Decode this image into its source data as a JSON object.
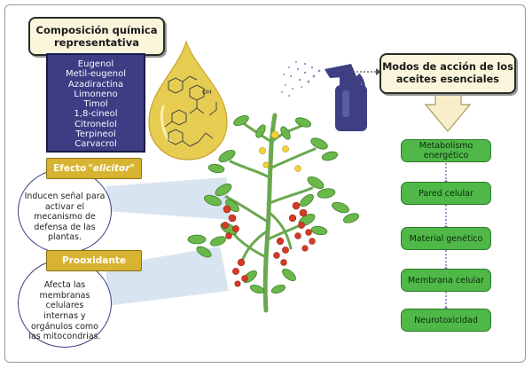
{
  "composition": {
    "title_line1": "Composición química",
    "title_line2": "representativa",
    "compounds": [
      "Eugenol",
      "Metil-eugenol",
      "Azadiractina",
      "Limoneno",
      "Timol",
      "1,8-cineol",
      "Citronelol",
      "Terpineol",
      "Carvacrol"
    ]
  },
  "elicitor": {
    "label": "Efecto",
    "label_italic": "\"elicitor\"",
    "description": [
      "Inducen señal para",
      "activar el",
      "mecanismo de",
      "defensa de las",
      "plantas."
    ]
  },
  "prooxidant": {
    "label": "Prooxidante",
    "description": [
      "Afecta las",
      "membranas",
      "celulares",
      "internas y",
      "orgánulos como",
      "las mitocondrias."
    ]
  },
  "modes": {
    "title_line1": "Modos de acción de los",
    "title_line2": "aceites esenciales",
    "items": [
      "Metabolismo energético",
      "Pared celular",
      "Material genético",
      "Membrana celular",
      "Neurotoxicidad"
    ]
  },
  "molecule_labels": {
    "hydroxyl": "OH"
  },
  "colors": {
    "composition_fill": "#3d3d84",
    "tag_fill": "#d8b331",
    "mode_fill": "#4fb848",
    "title_fill": "#fbf5dc",
    "oil_drop": "#e6cd52",
    "sprayer": "#3e3f83",
    "leaf": "#6ab84a",
    "tomato": "#d63a27"
  }
}
